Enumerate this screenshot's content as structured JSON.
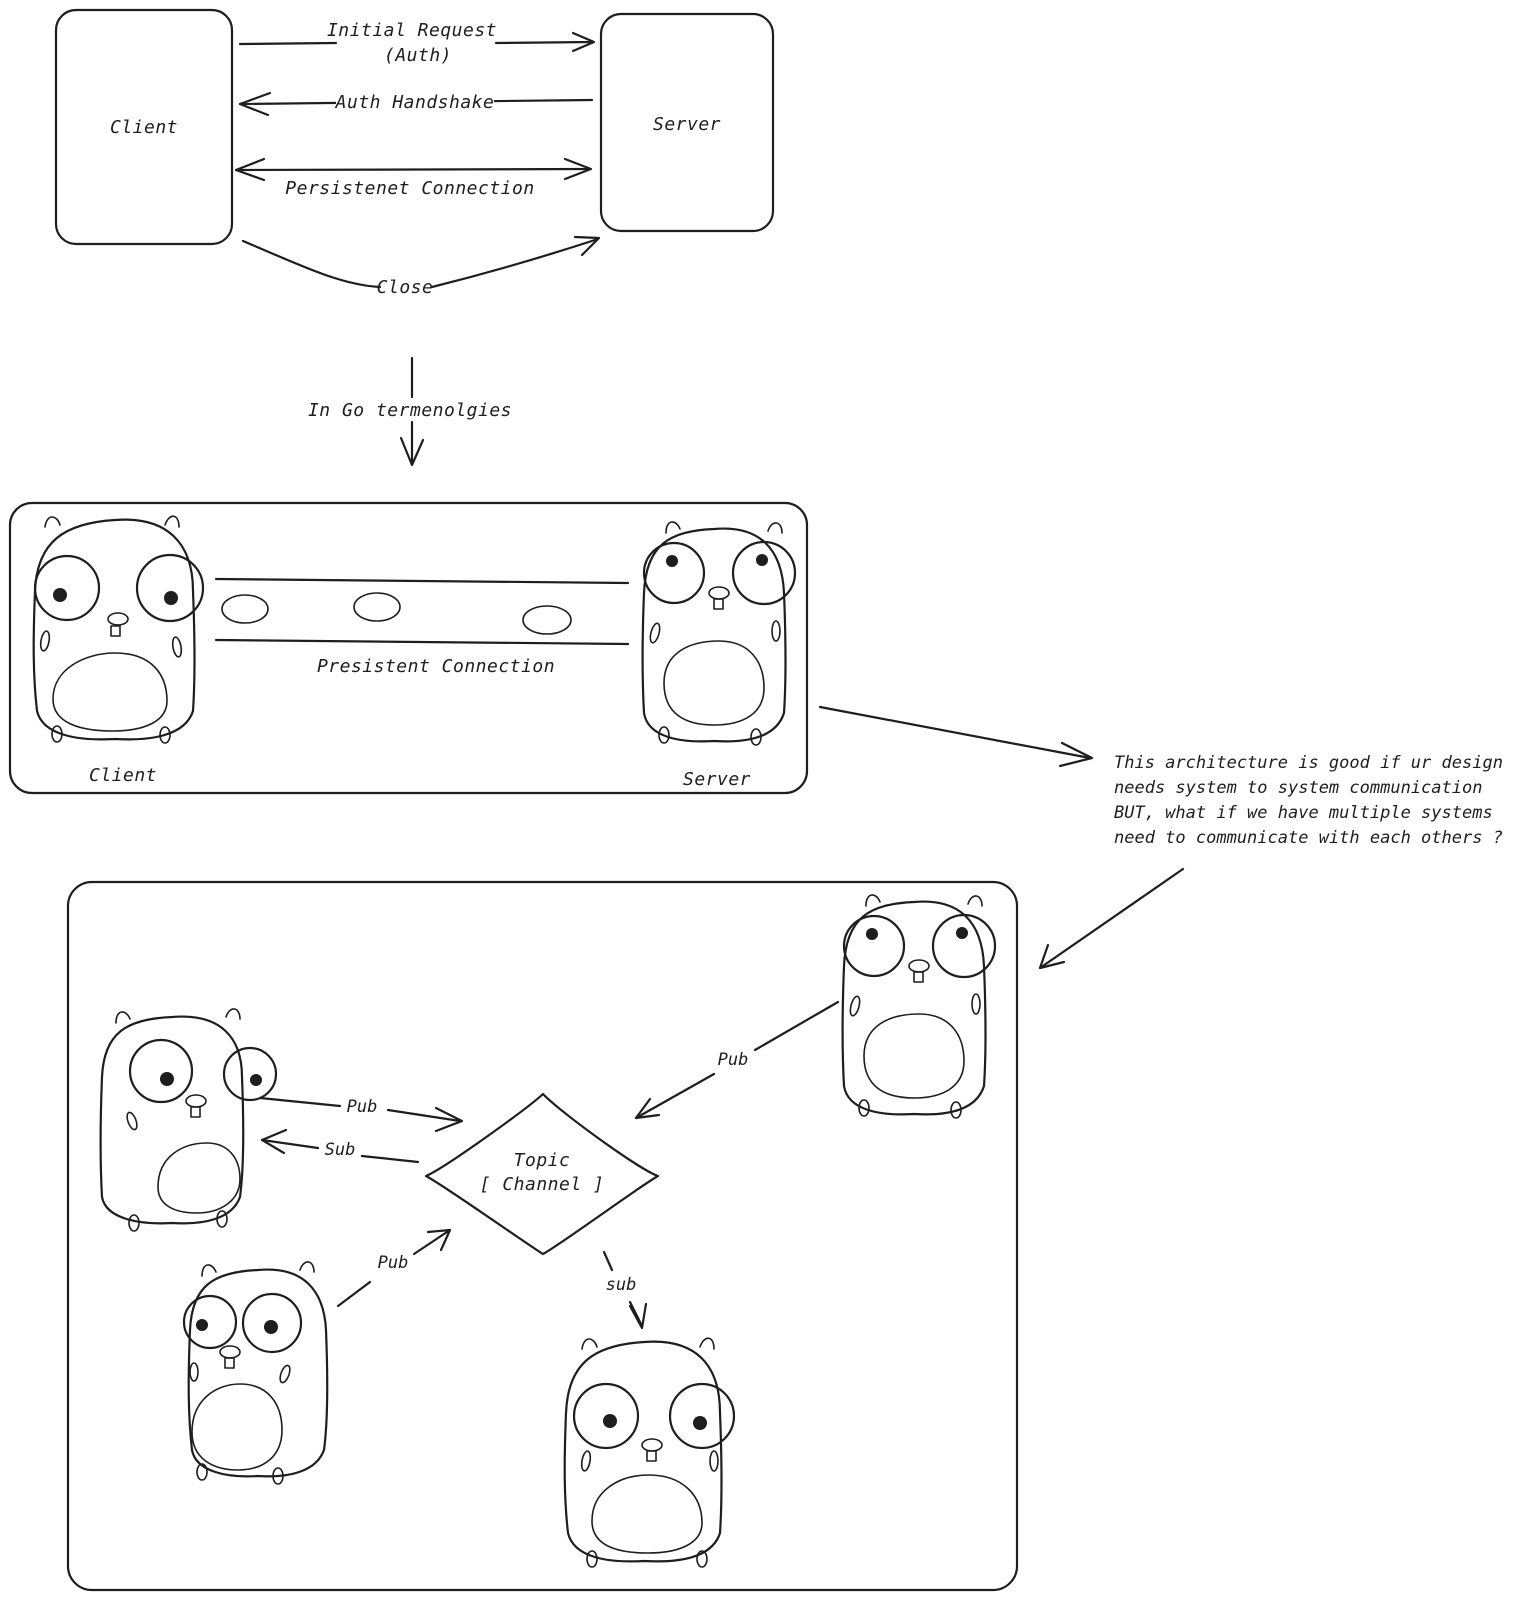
{
  "top_diagram": {
    "client_label": "Client",
    "server_label": "Server",
    "arrow_initial_request_line1": "Initial Request",
    "arrow_initial_request_line2": "(Auth)",
    "arrow_auth_handshake": "Auth Handshake",
    "arrow_persistent": "Persistenet Connection",
    "arrow_close": "Close"
  },
  "transition_label": "In Go termenolgies",
  "go_diagram": {
    "client_label": "Client",
    "server_label": "Server",
    "connection_label": "Presistent Connection"
  },
  "note": {
    "lines": [
      "This architecture is good if ur design",
      "needs system to system communication",
      "BUT, what if we have multiple systems",
      "need to communicate with each others ?"
    ]
  },
  "pubsub_diagram": {
    "topic_line1": "Topic",
    "topic_line2": "[ Channel ]",
    "green_pub": "Pub",
    "green_sub": "Sub",
    "blue_pub": "Pub",
    "red_pub": "Pub",
    "purple_sub": "sub"
  },
  "colors": {
    "gopher_purple": "#e0d2e8",
    "gopher_pink": "#ffc9c9",
    "gopher_green": "#b9dfc2",
    "gopher_blue": "#b9ccdf",
    "stroke": "#1e1e1e"
  }
}
